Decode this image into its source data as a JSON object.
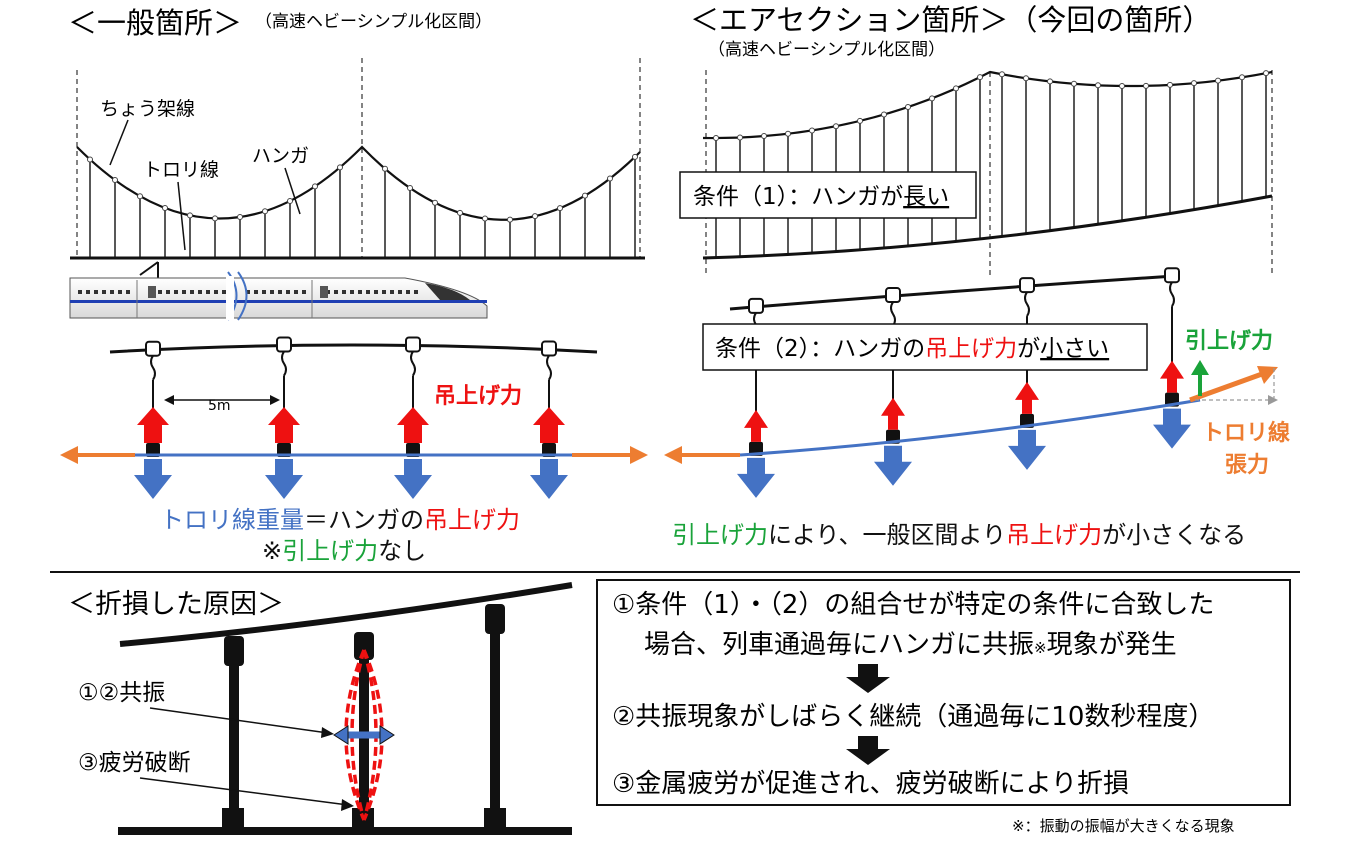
{
  "colors": {
    "red": "#ee1111",
    "blue": "#4472c4",
    "orange": "#ed7d31",
    "green": "#1aa33a",
    "black": "#111111"
  },
  "left_panel": {
    "title": "＜一般箇所＞",
    "subtitle": "（高速ヘビーシンプル化区間）",
    "label_messenger": "ちょう架線",
    "label_trolley": "トロリ線",
    "label_hanger": "ハンガ",
    "spacing_label": "5m",
    "lift_label": "吊上げ力",
    "eq_part1": "トロリ線重量",
    "eq_part2": "＝ハンガの",
    "eq_part3": "吊上げ力",
    "note_mark": "※",
    "note_green": "引上げ力",
    "note_rest": "なし"
  },
  "right_panel": {
    "title": "＜エアセクション箇所＞（今回の箇所）",
    "subtitle": "（高速ヘビーシンプル化区間）",
    "cond1_a": "条件（1）：ハンガが",
    "cond1_b": "長い",
    "cond2_a": "条件（2）：ハンガの",
    "cond2_b": "吊上げ力",
    "cond2_c": "が",
    "cond2_d": "小さい",
    "pull_label": "引上げ力",
    "tension_label_1": "トロリ線",
    "tension_label_2": "張力",
    "summary_1": "引上げ力",
    "summary_2": "により、一般区間より",
    "summary_3": "吊上げ力",
    "summary_4": "が小さくなる"
  },
  "cause_panel": {
    "title": "＜折損した原因＞",
    "label_resonance": "①②共振",
    "label_fatigue": "③疲労破断"
  },
  "steps": {
    "step1_line1": "①条件（1）・（2）の組合せが特定の条件に合致した",
    "step1_line2_a": "場合、列車通過毎にハンガに共振",
    "step1_line2_mark": "※",
    "step1_line2_b": "現象が発生",
    "step2": "②共振現象がしばらく継続（通過毎に10数秒程度）",
    "step3": "③金属疲労が促進され、疲労破断により折損"
  },
  "footnote": "※：振動の振幅が大きくなる現象"
}
